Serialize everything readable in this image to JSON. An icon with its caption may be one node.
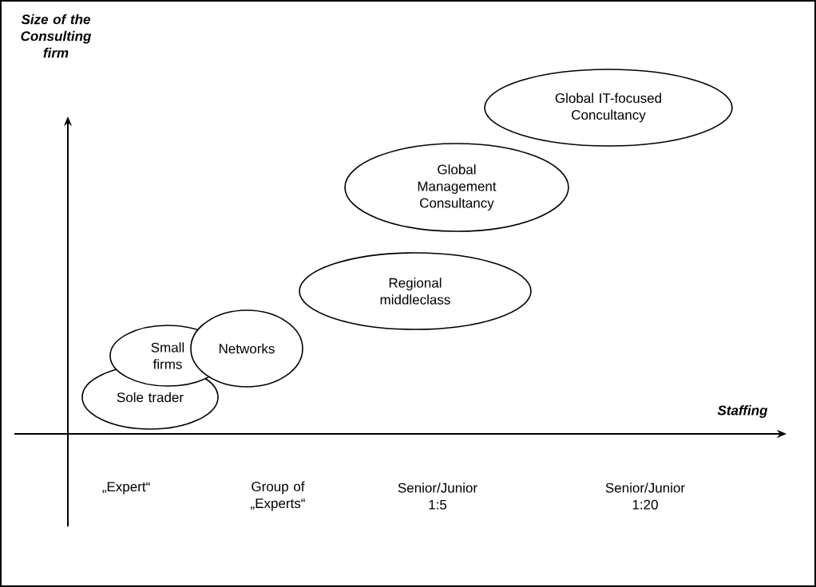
{
  "diagram": {
    "nodes": [
      {
        "text": [
          "Sole trader"
        ]
      },
      {
        "text": [
          "Small firms"
        ]
      },
      {
        "text": [
          "Networks"
        ]
      },
      {
        "text": [
          "Regional middleclass"
        ]
      },
      {
        "text": [
          "Global Management Consultancy"
        ]
      },
      {
        "text": [
          "Global IT-focused Concultancy"
        ]
      }
    ],
    "labels": [
      "Size of the Consulting firm",
      "Staffing",
      "„Expert“",
      "Group of „Experts“",
      "Senior/Junior 1:5",
      "Senior/Junior 1:20"
    ]
  }
}
